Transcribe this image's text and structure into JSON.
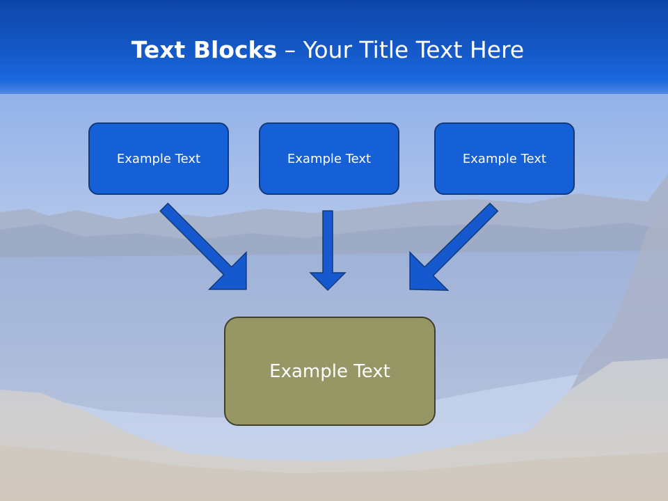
{
  "title": {
    "bold": "Text Blocks",
    "separator": " – ",
    "rest": "Your Title Text Here"
  },
  "blocks": {
    "left": "Example Text",
    "center": "Example Text",
    "right": "Example Text",
    "bottom": "Example Text"
  },
  "colors": {
    "title_bar": "#1559c8",
    "small_block_fill": "#1560d6",
    "small_block_border": "#123a77",
    "arrow_fill": "#1659cf",
    "bottom_block_fill": "#979766",
    "bottom_block_border": "#3f3f2c"
  }
}
